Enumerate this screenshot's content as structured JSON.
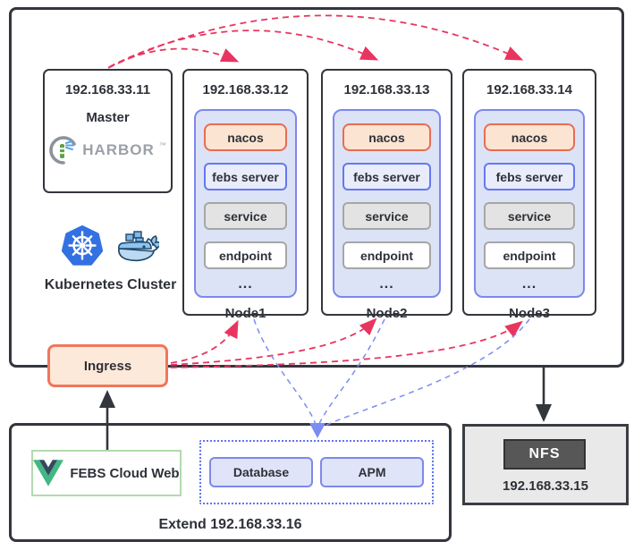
{
  "colors": {
    "red_arrow": "#e83560",
    "blue_arrow": "#7d8cf0",
    "dark_border": "#33363d",
    "node_container_fill": "#dde3f6",
    "node_container_border": "#7d88ed",
    "nacos_fill": "#fce4d2",
    "nacos_border": "#e96c52",
    "ingress_fill": "#fde9d9",
    "ingress_border": "#f0765c",
    "nfs_fill": "#575757",
    "febs_web_border": "#b3d9ae",
    "kubernetes_blue": "#3371e3",
    "vue_green": "#41b883"
  },
  "cluster": {
    "label": "Kubernetes Cluster",
    "master": {
      "ip": "192.168.33.11",
      "name": "Master",
      "registry_logo": "HARBOR",
      "registry_tm": "™"
    },
    "nodes": [
      {
        "ip": "192.168.33.12",
        "name": "Node1",
        "items": [
          "nacos",
          "febs server",
          "service",
          "endpoint"
        ],
        "more": "..."
      },
      {
        "ip": "192.168.33.13",
        "name": "Node2",
        "items": [
          "nacos",
          "febs server",
          "service",
          "endpoint"
        ],
        "more": "..."
      },
      {
        "ip": "192.168.33.14",
        "name": "Node3",
        "items": [
          "nacos",
          "febs server",
          "service",
          "endpoint"
        ],
        "more": "..."
      }
    ]
  },
  "ingress": {
    "label": "Ingress"
  },
  "extend": {
    "label": "Extend 192.168.33.16",
    "web_label": "FEBS Cloud Web",
    "services": [
      {
        "label": "Database"
      },
      {
        "label": "APM"
      }
    ]
  },
  "nfs": {
    "label": "NFS",
    "ip": "192.168.33.15"
  }
}
